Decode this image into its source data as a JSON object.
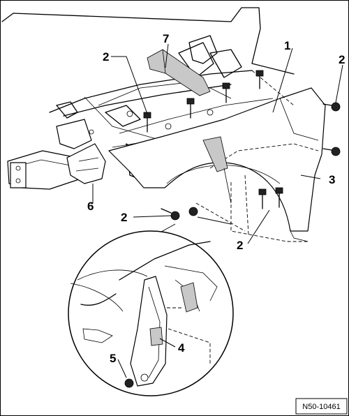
{
  "diagram": {
    "reference_code": "N50-10461",
    "callouts": [
      {
        "id": "c1",
        "text": "1"
      },
      {
        "id": "c2a",
        "text": "2"
      },
      {
        "id": "c2b",
        "text": "2"
      },
      {
        "id": "c2c",
        "text": "2"
      },
      {
        "id": "c2d",
        "text": "2"
      },
      {
        "id": "c3",
        "text": "3"
      },
      {
        "id": "c4",
        "text": "4"
      },
      {
        "id": "c5",
        "text": "5"
      },
      {
        "id": "c6",
        "text": "6"
      },
      {
        "id": "c7",
        "text": "7"
      }
    ],
    "parts": [
      "fender",
      "bolt",
      "bracket",
      "seal",
      "nut",
      "front-bracket",
      "wiring-channel"
    ],
    "colors": {
      "line": "#000000",
      "shade": "#c8c8c8",
      "background": "#ffffff"
    }
  }
}
